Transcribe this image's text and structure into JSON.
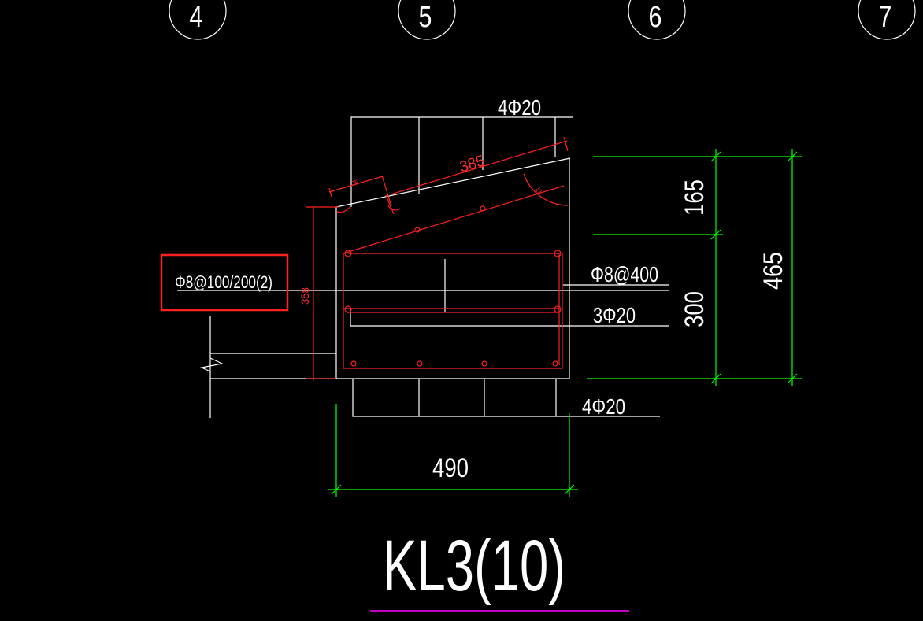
{
  "drawing": {
    "colors": {
      "background": "#000000",
      "line": "#ffffff",
      "dimension": "#00ff00",
      "rebar": "#ff2020",
      "annotation": "#ff3030",
      "underline": "#ff00ff"
    },
    "axis_bubbles": [
      "4",
      "5",
      "6",
      "7"
    ],
    "labels": {
      "top_rebar": "4Φ20",
      "bottom_rebar": "4Φ20",
      "side_stirrup": "Φ8@400",
      "middle_rebar": "3Φ20",
      "stirrup_callout": "Φ8@100/200(2)",
      "beam_title": "KL3(10)"
    },
    "dimensions": {
      "width": "490",
      "top_depth": "165",
      "mid_depth": "300",
      "total_depth": "465",
      "slope_length": "385",
      "rebar_height": "358",
      "small_offset": "35",
      "hook_small": "25"
    }
  }
}
